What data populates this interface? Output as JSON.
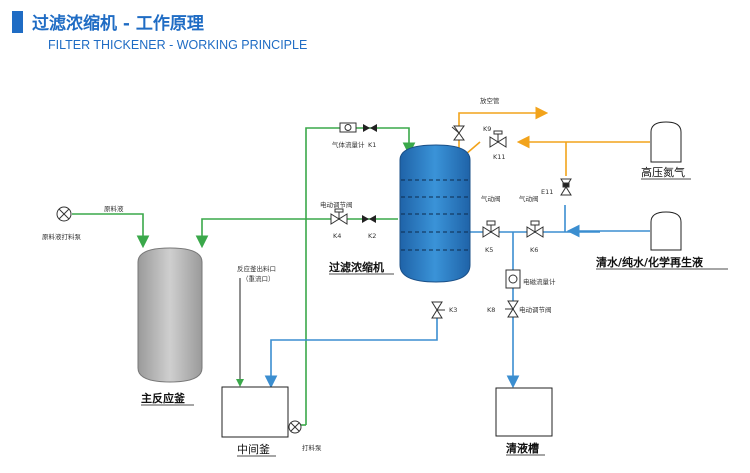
{
  "header": {
    "title_cn": "过滤浓缩机 - 工作原理",
    "title_en": "FILTER THICKENER - WORKING PRINCIPLE"
  },
  "equipment": {
    "filter": "过滤浓缩机",
    "reactor": "主反应釜",
    "intermediate": "中间釜",
    "clean_tank": "清液槽",
    "nitrogen": "高压氮气",
    "water": "清水/纯水/化学再生液"
  },
  "small_labels": {
    "vent": "放空管",
    "flowmeter": "气体流量计",
    "k1": "K1",
    "k11": "K11",
    "k3": "K3",
    "k4": "K4",
    "k5": "K5",
    "k6": "K6",
    "k8": "K8",
    "k2": "K2",
    "e11": "E11",
    "raw_liquid": "原料液",
    "feed_pump": "原料液打料泵",
    "motor_valve": "电动调节阀",
    "outlet": "反应釜出料口",
    "outlet2": "（重流口）",
    "gas_channel": "气动阀",
    "gas_channel2": "气动阀",
    "em_flowmeter": "电磁流量计",
    "motor_valve2": "电动调节阀",
    "pump2": "打料泵"
  },
  "colors": {
    "title": "#1f6cc4",
    "green_pipe": "#3aa84a",
    "blue_pipe": "#3b8ed0",
    "orange_pipe": "#f2a31b",
    "vessel_blue": "#2a7cc2",
    "reactor_gray": "#bdbdbd"
  }
}
